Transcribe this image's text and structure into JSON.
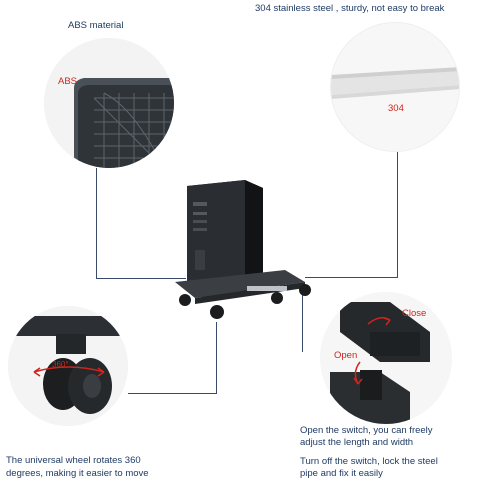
{
  "callouts": {
    "abs_title": "ABS material",
    "abs_label": "ABS",
    "steel_title": "304 stainless steel , sturdy, not easy to break",
    "steel_label": "304",
    "wheel_label": "360°",
    "wheel_caption_line1": "The universal wheel rotates 360",
    "wheel_caption_line2": "degrees, making it easier to move",
    "close_label": "Close",
    "open_label": "Open",
    "open_caption_line1": "Open the switch, you can freely",
    "open_caption_line2": "adjust the length and width",
    "lock_caption_line1": "Turn off the switch, lock the steel",
    "lock_caption_line2": "pipe and fix it easily"
  },
  "accent_colors": {
    "text": "#1f3b66",
    "red_label": "#d0241c",
    "line": "#3a4a6a"
  },
  "icons": [
    "computer-tower-image",
    "cart-frame-image",
    "wheel-image",
    "switch-image"
  ]
}
